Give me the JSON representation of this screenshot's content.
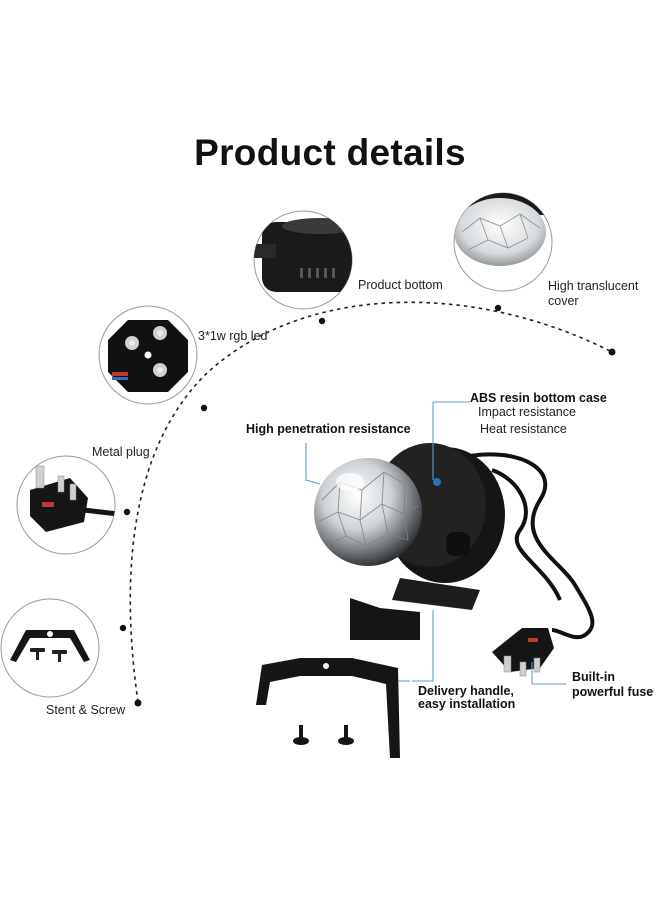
{
  "title": "Product details",
  "labels": {
    "product_bottom": "Product bottom",
    "high_translucent_cover": "High translucent cover",
    "rgb_led": "3*1w rgb led",
    "metal_plug": "Metal plug",
    "stent_screw": "Stent & Screw",
    "high_penetration": "High penetration resistance",
    "abs_case": "ABS resin bottom case",
    "impact_resistance": "Impact resistance",
    "heat_resistance": "Heat resistance",
    "delivery_handle_1": "Delivery handle,",
    "delivery_handle_2": "easy installation",
    "builtin_1": "Built-in",
    "builtin_2": "powerful fuse"
  },
  "colors": {
    "accent_line": "#5b9bd5",
    "dark": "#111111"
  }
}
